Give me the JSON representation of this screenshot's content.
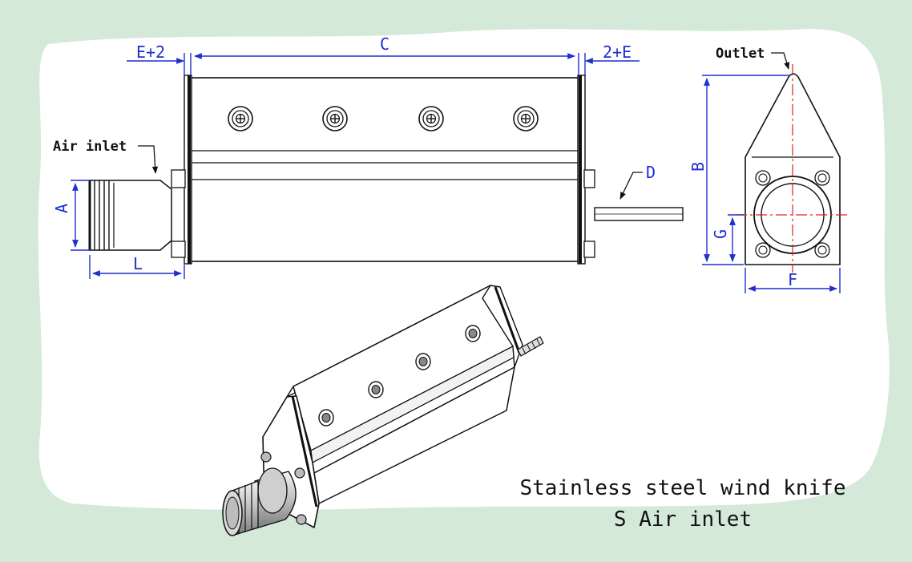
{
  "colors": {
    "background": "#d4e9d8",
    "paper": "#ffffff",
    "dimension": "#1f2fd0",
    "centerline": "#e02020",
    "ink": "#111111"
  },
  "labels": {
    "air_inlet": "Air inlet",
    "outlet": "Outlet",
    "dim_c": "C",
    "dim_e_left": "E+2",
    "dim_e_right": "2+E",
    "dim_a": "A",
    "dim_l": "L",
    "dim_d": "D",
    "dim_b": "B",
    "dim_g": "G",
    "dim_f": "F"
  },
  "caption": {
    "line1": "Stainless steel wind knife",
    "line2": "S Air inlet"
  },
  "icons": [
    "screw-icon",
    "bolt-icon",
    "threaded-rod-icon"
  ]
}
